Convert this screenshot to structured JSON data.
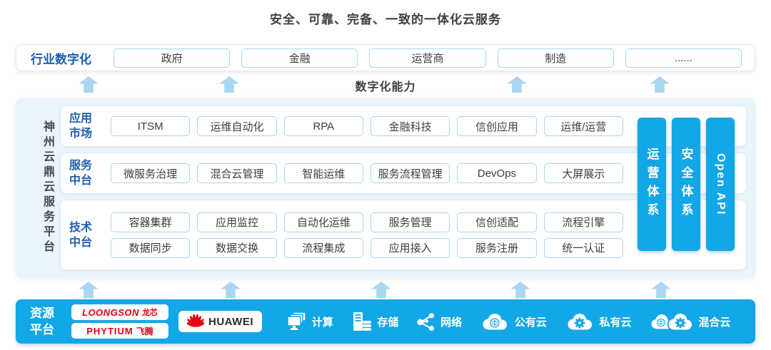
{
  "title": "安全、可靠、完备、一致的一体化云服务",
  "industry_row": {
    "label": "行业数字化",
    "items": [
      "政府",
      "金融",
      "运营商",
      "制造",
      "......"
    ]
  },
  "capability_label": "数字化能力",
  "platform": {
    "side_label": "神州云鼎云服务平台",
    "rows": [
      {
        "label": "应用市场",
        "lines": [
          [
            "ITSM",
            "运维自动化",
            "RPA",
            "金融科技",
            "信创应用",
            "运维/运营"
          ]
        ]
      },
      {
        "label": "服务中台",
        "lines": [
          [
            "微服务治理",
            "混合云管理",
            "智能运维",
            "服务流程管理",
            "DevOps",
            "大屏展示"
          ]
        ]
      },
      {
        "label": "技术中台",
        "lines": [
          [
            "容器集群",
            "应用监控",
            "自动化运维",
            "服务管理",
            "信创适配",
            "流程引擎"
          ],
          [
            "数据同步",
            "数据交换",
            "流程集成",
            "应用接入",
            "服务注册",
            "统一认证"
          ]
        ]
      }
    ],
    "pillars": [
      "运营体系",
      "安全体系",
      "Open API"
    ]
  },
  "resource_row": {
    "label": "资源平台",
    "vendors": {
      "loongson": {
        "latin": "LOONGSON",
        "cn": "龙芯"
      },
      "phytium": {
        "latin": "PHYTIUM",
        "cn": "飞腾"
      },
      "huawei": {
        "name": "HUAWEI"
      }
    },
    "resources": [
      {
        "name": "计算",
        "icon": "compute-icon"
      },
      {
        "name": "存储",
        "icon": "storage-icon"
      },
      {
        "name": "网络",
        "icon": "network-icon"
      },
      {
        "name": "公有云",
        "icon": "public-cloud-icon"
      },
      {
        "name": "私有云",
        "icon": "private-cloud-icon"
      },
      {
        "name": "混合云",
        "icon": "hybrid-cloud-icon"
      }
    ]
  },
  "colors": {
    "accent_blue": "#12a7e6",
    "arrow_light_blue": "#a9d6f0",
    "panel_bg": "#e9f4fb",
    "box_border": "#a5d8f0",
    "label_blue": "#2160b0",
    "vendor_red": "#e60012",
    "text_dark": "#404040"
  }
}
